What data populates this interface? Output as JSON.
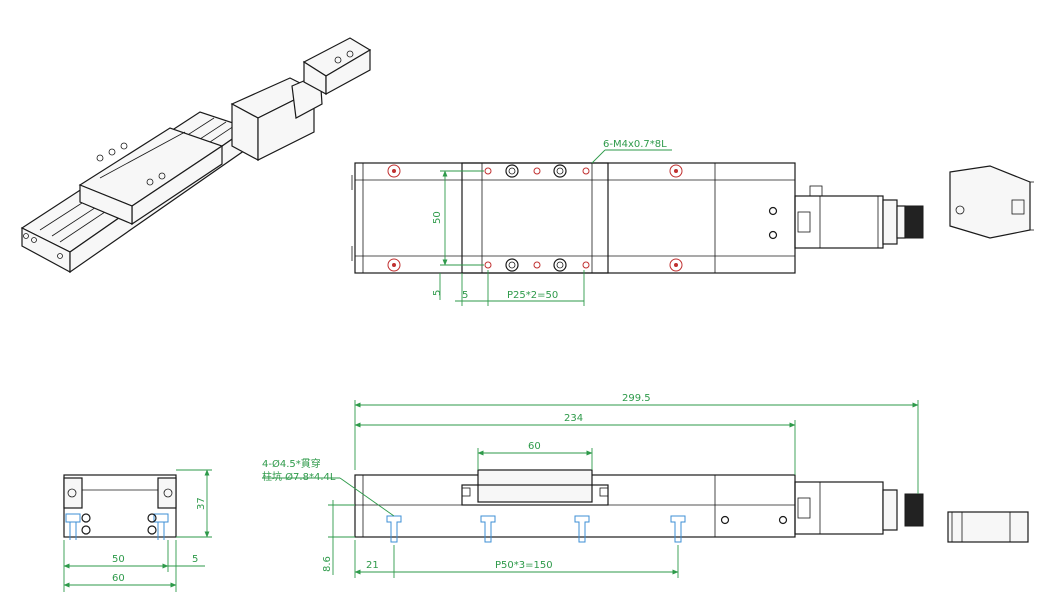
{
  "colors": {
    "line": "#1a1a1a",
    "dimension": "#2e9a4a",
    "hole": "#c03030",
    "hidden": "#3d8fd6"
  },
  "top_view": {
    "callout_thread": "6-M4x0.7*8L",
    "dim_rail_spacing": "50",
    "dim_edge_5_vertical": "5",
    "dim_edge_5_horizontal": "5",
    "dim_pitch": "P25*2=50"
  },
  "front_view": {
    "dim_overall": "299.5",
    "dim_body": "234",
    "dim_carriage": "60",
    "callout_hole_line1": "4-Ø4.5*貫穿",
    "callout_hole_line2": "柱坑 Ø7.8*4.4L",
    "dim_height_8_6": "8.6",
    "dim_offset_21": "21",
    "dim_pitch": "P50*3=150"
  },
  "end_view": {
    "dim_height": "37",
    "dim_hole_spacing": "50",
    "dim_edge": "5",
    "dim_width": "60"
  }
}
